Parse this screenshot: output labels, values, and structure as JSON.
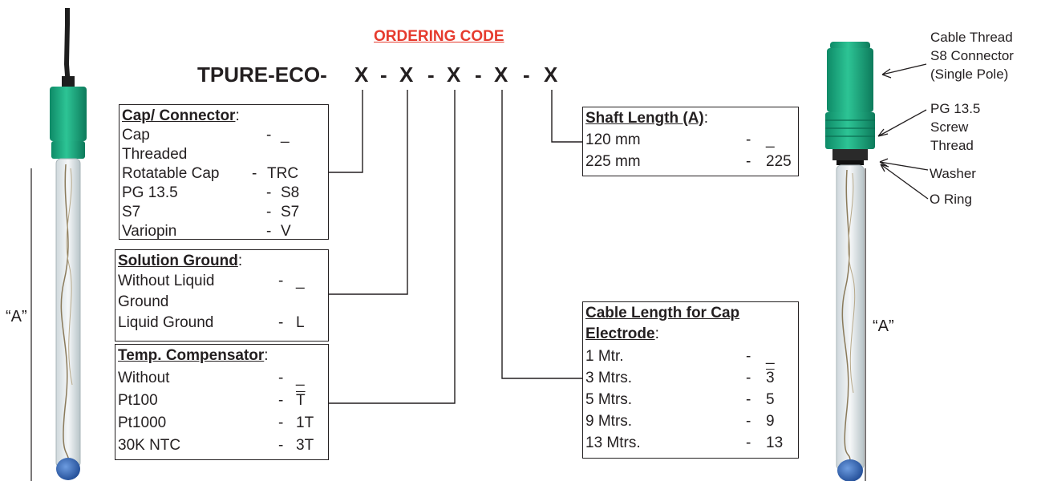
{
  "title": "ORDERING CODE",
  "code": {
    "prefix": "TPURE-ECO-",
    "segments": [
      "X",
      "X",
      "X",
      "X",
      "X"
    ],
    "separator": "-"
  },
  "cap_connector": {
    "heading": "Cap/ Connector",
    "options": [
      {
        "name": "Cap",
        "value": "_"
      },
      {
        "name": "Threaded",
        "value": ""
      },
      {
        "name": "Rotatable Cap",
        "value": "TRC"
      },
      {
        "name": "PG 13.5",
        "value": "S8"
      },
      {
        "name": "S7",
        "value": "S7"
      },
      {
        "name": "Variopin",
        "value": "V"
      }
    ]
  },
  "solution_ground": {
    "heading": "Solution Ground",
    "options": [
      {
        "name": "Without Liquid",
        "value": "_"
      },
      {
        "name": "Ground",
        "value": ""
      },
      {
        "name": "Liquid Ground",
        "value": "L"
      }
    ]
  },
  "temp_compensator": {
    "heading": "Temp. Compensator",
    "options": [
      {
        "name": "Without",
        "value": "_"
      },
      {
        "name": "Pt100",
        "value": "T"
      },
      {
        "name": "Pt1000",
        "value": "1T"
      },
      {
        "name": "30K NTC",
        "value": "3T"
      }
    ]
  },
  "shaft_length": {
    "heading": "Shaft Length (A)",
    "options": [
      {
        "name": "120 mm",
        "value": "_"
      },
      {
        "name": "225 mm",
        "value": "225"
      }
    ]
  },
  "cable_length": {
    "heading_line1": "Cable Length for Cap",
    "heading_line2": "Electrode",
    "options": [
      {
        "name": "1 Mtr.",
        "value": "_"
      },
      {
        "name": "3 Mtrs.",
        "value": "3"
      },
      {
        "name": "5 Mtrs.",
        "value": "5"
      },
      {
        "name": "9 Mtrs.",
        "value": "9"
      },
      {
        "name": "13 Mtrs.",
        "value": "13"
      }
    ]
  },
  "callouts": {
    "cable_thread": [
      "Cable Thread",
      "S8 Connector",
      "(Single Pole)"
    ],
    "pg_thread": [
      "PG 13.5",
      "Screw",
      "Thread"
    ],
    "washer": "Washer",
    "o_ring": "O Ring"
  },
  "dimension_label": "“A”",
  "colors": {
    "title": "#e63b2e",
    "cap_green": "#1aa57d",
    "bulb_blue": "#2a5fb0",
    "cable": "#1e1e1e"
  }
}
